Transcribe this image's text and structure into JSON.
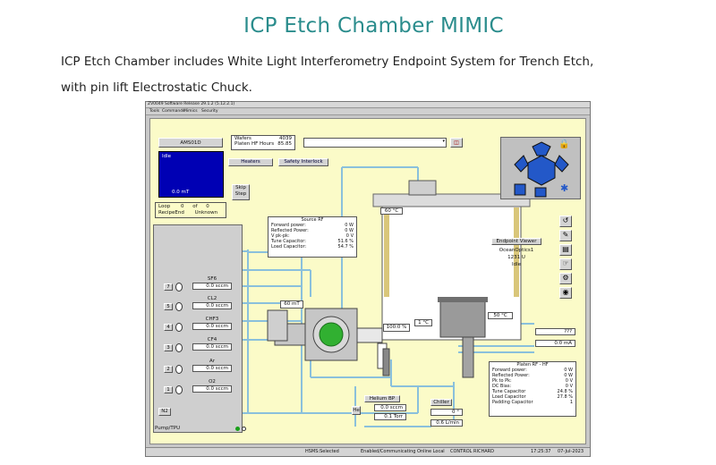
{
  "page_title": "ICP Etch Chamber MIMIC",
  "description_line1": "ICP Etch Chamber includes White Light Interferometry Endpoint System for Trench Etch,",
  "description_line2": "with pin lift Electrostatic Chuck.",
  "window": {
    "title": "ZV0049  Software Release 29.1.2 (5.12.2.1)",
    "menu": [
      "Tools",
      "Commands",
      "Mimics",
      "Security"
    ]
  },
  "header": {
    "tool_name": "AMS01D",
    "wafers_label": "Wafers",
    "wafers_value": "4039",
    "platen_hours_label": "Platen HF Hours",
    "platen_hours_value": "85.85",
    "recipe_select_value": ""
  },
  "status": {
    "state": "Idle",
    "pressure": "0.0 mT",
    "heaters_button": "Heaters",
    "interlock_button": "Safety Interlock",
    "skip_step_line1": "Skip",
    "skip_step_line2": "Step",
    "loop_label": "Loop",
    "loop_current": "0",
    "loop_of": "of",
    "loop_total": "0",
    "recipe_end_label": "RecipeEnd",
    "recipe_end_value": "Unknown"
  },
  "gas_lines": [
    {
      "name": "SF6",
      "flow": "0.0 sccm",
      "num": "7"
    },
    {
      "name": "CL2",
      "flow": "0.0 sccm",
      "num": "5"
    },
    {
      "name": "CHF3",
      "flow": "0.0 sccm",
      "num": "4"
    },
    {
      "name": "CF4",
      "flow": "0.0 sccm",
      "num": "3"
    },
    {
      "name": "Ar",
      "flow": "0.0 sccm",
      "num": "2"
    },
    {
      "name": "O2",
      "flow": "0.0 sccm",
      "num": "1"
    }
  ],
  "n2_label": "N2",
  "pump_label": "Pump/TPU",
  "source_rf": {
    "title": "Source RF",
    "rows": [
      {
        "label": "Forward power:",
        "value": "0 W"
      },
      {
        "label": "Reflected Power:",
        "value": "0 W"
      },
      {
        "label": "V pk-pk:",
        "value": "0 V"
      },
      {
        "label": "Tune Capacitor:",
        "value": "51.6 %"
      },
      {
        "label": "Load Capacitor:",
        "value": "54.7 %"
      }
    ]
  },
  "chamber": {
    "lid_temp": "60 °C",
    "wall_temp": "50 °C",
    "pressure_gauge": "60 mT",
    "apc_position": "100.0 %",
    "chuck_temp": "1 °C",
    "esc_value": "???",
    "esc_current": "0.0 mA"
  },
  "endpoint": {
    "title": "Endpoint Viewer",
    "device": "OceanOptics1",
    "value": "1231 U",
    "state": "Idle"
  },
  "platen_rf": {
    "title": "Platen RF - HF",
    "rows": [
      {
        "label": "Forward power:",
        "value": "0 W"
      },
      {
        "label": "Reflected Power:",
        "value": "0 W"
      },
      {
        "label": "Pk to Pk:",
        "value": "0 V"
      },
      {
        "label": "DC Bias:",
        "value": "0 V"
      },
      {
        "label": "Tune Capacitor",
        "value": "24.8 %"
      },
      {
        "label": "Load Capacitor",
        "value": "27.8 %"
      },
      {
        "label": "Padding Capacitor",
        "value": "1"
      }
    ]
  },
  "helium": {
    "title": "Helium BP",
    "he_label": "He",
    "flow": "0.0 sccm",
    "pressure": "0.1 Torr"
  },
  "chiller": {
    "title": "Chiller",
    "temp": "0 °",
    "flow": "0.6 L/min"
  },
  "statusbar": {
    "hsms": "HSMS:Selected",
    "comm": "Enabled/Communicating  Online Local",
    "control": "CONTROL  RICHARD",
    "time": "17:25:37",
    "date": "07-Jul-2023"
  },
  "colors": {
    "background": "#fbfbc8",
    "pipe": "#8ac0dc",
    "title": "#2a8c8c",
    "status_blue": "#0000b4",
    "hex_tool": "#2358c8"
  },
  "icons": [
    "monitor-icon",
    "edit-icon",
    "chart-icon",
    "hand-icon",
    "gears-icon",
    "doc-icon",
    "robot-icon",
    "lock-icon",
    "snow-icon"
  ]
}
